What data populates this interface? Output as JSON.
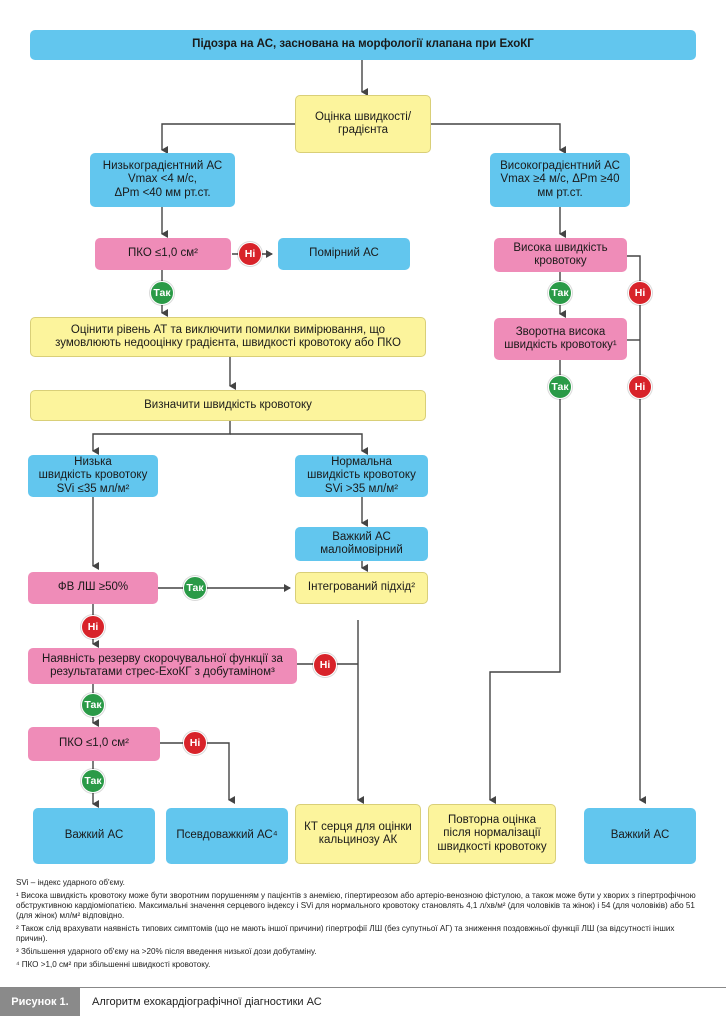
{
  "boxes": {
    "top": "Підозра на АС, заснована на морфології клапана при ЕхоКГ",
    "gradient": "Оцінка швидкості/\nградієнта",
    "low_gradient": "Низькоградієнтний АС\nVmax <4 м/с,\nΔPm  <40 мм рт.ст.",
    "high_gradient": "Високоградієнтний АС\nVmax ≥4 м/с, ΔPm ≥40\nмм рт.ст.",
    "ava_left": "ПКО ≤1,0 см²",
    "moderate": "Помірний АС",
    "high_flow": "Висока швидкість\nкровотоку",
    "reversible": "Зворотна висока\nшвидкість кровотоку¹",
    "evaluate_bp": "Оцінити рівень АТ та виключити помилки вимірювання, що\nзумовлюють недооцінку градієнта, швидкості кровотоку або ПКО",
    "determine_flow": "Визначити швидкість кровотоку",
    "low_flow": "Низька\nшвидкість кровотоку\nSVi ≤35 мл/м²",
    "normal_flow": "Нормальна\nшвидкість кровотоку\nSVi >35 мл/м²",
    "severe_unlikely": "Важкий АС\nмалоймовірний",
    "lvef": "ФВ ЛШ ≥50%",
    "integrated": "Інтегрований підхід²",
    "reserve": "Наявність резерву скорочувальної функції за\nрезультатами стрес-ЕхоКГ з добутаміном³",
    "ava_bottom": "ПКО ≤1,0 см²",
    "severe_left": "Важкий АС",
    "pseudo": "Псевдоважкий АС⁴",
    "ct": "КТ серця для оцінки\nкальцинозу АК",
    "repeat": "Повторна оцінка\nпісля нормалізації\nшвидкості кровотоку",
    "severe_right": "Важкий АС"
  },
  "badges": {
    "yes": "Так",
    "no": "Ні"
  },
  "footnotes": [
    "SVi – індекс ударного об'єму.",
    "¹ Висока швидкість кровотоку може бути зворотним порушенням у пацієнтів з анемією, гіпертиреозом або артеріо-венозною фістулою, а також може бути у хворих з гіпертрофічною обструктивною кардіоміопатією. Максимальні значення серцевого індексу і SVi для нормального кровотоку становлять 4,1 л/хв/м² (для чоловіків та жінок) і 54 (для чоловіків) або 51 (для жінок) мл/м² відповідно.",
    "² Також слід врахувати наявність типових симптомів (що не мають іншої причини) гіпертрофії ЛШ (без супутньої АГ) та зниження поздовжньої функції ЛШ (за відсутності інших причин).",
    "³ Збільшення ударного об'єму на >20% після введення низької дози добутаміну.",
    "⁴ ПКО >1,0 см² при збільшенні швидкості кровотоку."
  ],
  "caption": {
    "label": "Рисунок 1.",
    "text": "Алгоритм ехокардіографічної діагностики АС"
  }
}
